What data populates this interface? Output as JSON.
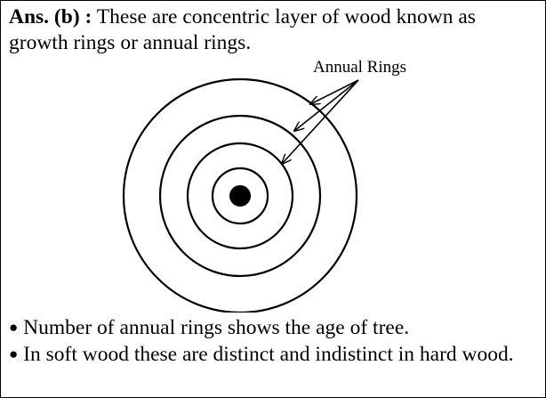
{
  "answer": {
    "label": "Ans. (b) :",
    "text": " These are concentric layer of wood known as growth rings or annual rings."
  },
  "diagram": {
    "label": "Annual Rings",
    "ring_count": 4
  },
  "bullets": [
    "Number of annual rings shows the age of tree.",
    "In soft wood these are distinct and indistinct in hard wood."
  ],
  "bullet_glyph": "●"
}
